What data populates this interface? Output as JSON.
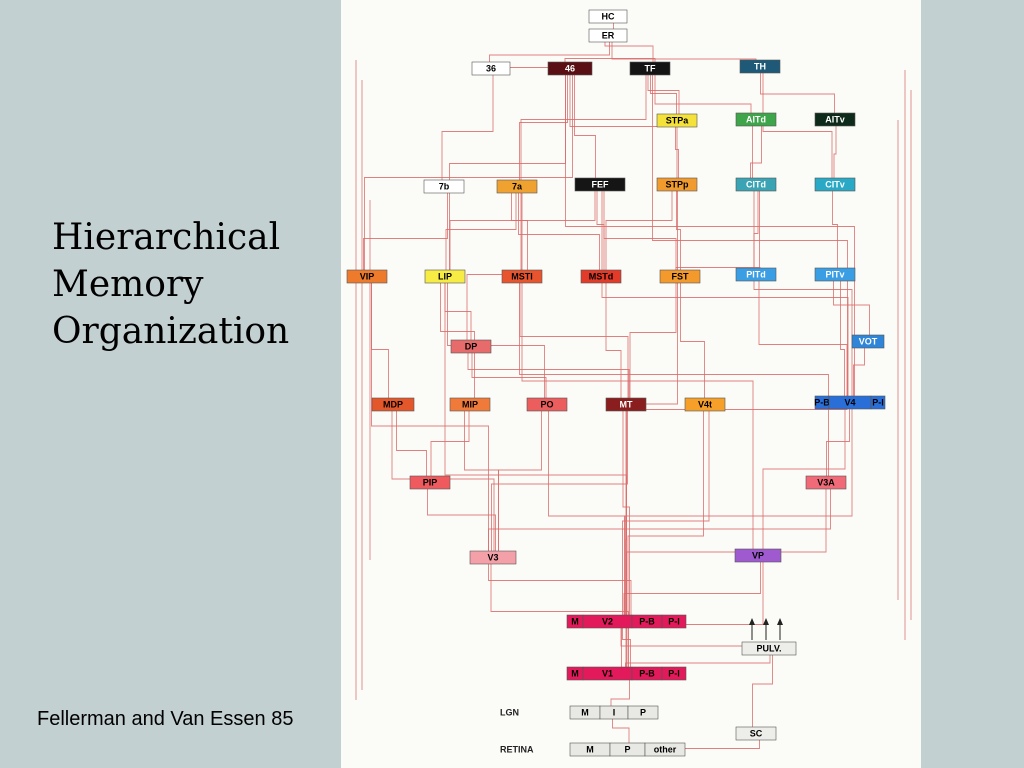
{
  "slide": {
    "title_lines": [
      "Hierarchical",
      "Memory",
      "Organization"
    ],
    "caption": "Fellerman and Van Essen 85"
  },
  "diagram": {
    "edge_color": "#d96a6a",
    "areas": [
      {
        "id": "HC",
        "label": "HC",
        "color": "#ffffff",
        "text": "#000000"
      },
      {
        "id": "ER",
        "label": "ER",
        "color": "#ffffff",
        "text": "#000000"
      },
      {
        "id": "36",
        "label": "36",
        "color": "#ffffff",
        "text": "#000000"
      },
      {
        "id": "46",
        "label": "46",
        "color": "#5a0f14",
        "text": "#ffffff"
      },
      {
        "id": "TF",
        "label": "TF",
        "color": "#141414",
        "text": "#ffffff"
      },
      {
        "id": "TH",
        "label": "TH",
        "color": "#1e5a78",
        "text": "#ffffff"
      },
      {
        "id": "STPa",
        "label": "STPa",
        "color": "#f4e23a",
        "text": "#000000"
      },
      {
        "id": "AITd",
        "label": "AITd",
        "color": "#3fa54a",
        "text": "#ffffff"
      },
      {
        "id": "AITv",
        "label": "AITv",
        "color": "#0d2a1a",
        "text": "#ffffff"
      },
      {
        "id": "7b",
        "label": "7b",
        "color": "#ffffff",
        "text": "#000000"
      },
      {
        "id": "7a",
        "label": "7a",
        "color": "#f0a230",
        "text": "#000000"
      },
      {
        "id": "FEF",
        "label": "FEF",
        "color": "#151515",
        "text": "#ffffff"
      },
      {
        "id": "STPp",
        "label": "STPp",
        "color": "#f19a2e",
        "text": "#000000"
      },
      {
        "id": "CITd",
        "label": "CITd",
        "color": "#3aa3b4",
        "text": "#ffffff"
      },
      {
        "id": "CITv",
        "label": "CITv",
        "color": "#2aa9c6",
        "text": "#ffffff"
      },
      {
        "id": "VIP",
        "label": "VIP",
        "color": "#ee7a2c",
        "text": "#000000"
      },
      {
        "id": "LIP",
        "label": "LIP",
        "color": "#f7ec44",
        "text": "#000000"
      },
      {
        "id": "MSTI",
        "label": "MSTI",
        "color": "#e8542e",
        "text": "#000000"
      },
      {
        "id": "MSTd",
        "label": "MSTd",
        "color": "#e23b2a",
        "text": "#000000"
      },
      {
        "id": "FST",
        "label": "FST",
        "color": "#f49a2c",
        "text": "#000000"
      },
      {
        "id": "PITd",
        "label": "PITd",
        "color": "#3a9ee4",
        "text": "#ffffff"
      },
      {
        "id": "PITv",
        "label": "PITv",
        "color": "#3a9ee4",
        "text": "#ffffff"
      },
      {
        "id": "DP",
        "label": "DP",
        "color": "#e76b6b",
        "text": "#000000"
      },
      {
        "id": "VOT",
        "label": "VOT",
        "color": "#2f86d8",
        "text": "#ffffff"
      },
      {
        "id": "MDP",
        "label": "MDP",
        "color": "#e4572b",
        "text": "#000000"
      },
      {
        "id": "MIP",
        "label": "MIP",
        "color": "#f07a3a",
        "text": "#000000"
      },
      {
        "id": "PO",
        "label": "PO",
        "color": "#ec5d5d",
        "text": "#000000"
      },
      {
        "id": "MT",
        "label": "MT",
        "color": "#8a1d1d",
        "text": "#ffffff"
      },
      {
        "id": "V4t",
        "label": "V4t",
        "color": "#f6a02a",
        "text": "#000000"
      },
      {
        "id": "V4",
        "label": "V4",
        "color": "#2a6fd8",
        "text": "#000000"
      },
      {
        "id": "PIP",
        "label": "PIP",
        "color": "#ef5a5e",
        "text": "#000000"
      },
      {
        "id": "V3A",
        "label": "V3A",
        "color": "#f06a78",
        "text": "#000000"
      },
      {
        "id": "V3",
        "label": "V3",
        "color": "#f4a0a8",
        "text": "#000000"
      },
      {
        "id": "VP",
        "label": "VP",
        "color": "#a05ad0",
        "text": "#000000"
      },
      {
        "id": "V2",
        "label": "V2",
        "color": "#e2195a",
        "text": "#000000"
      },
      {
        "id": "PULV",
        "label": "PULV.",
        "color": "#ededea",
        "text": "#000000"
      },
      {
        "id": "V1",
        "label": "V1",
        "color": "#e2195a",
        "text": "#000000"
      },
      {
        "id": "LGN",
        "label": "LGN",
        "color": "#e8e8e4",
        "text": "#000000"
      },
      {
        "id": "SC",
        "label": "SC",
        "color": "#ededea",
        "text": "#000000"
      },
      {
        "id": "RETINA",
        "label": "RETINA",
        "color": "#e8e8e4",
        "text": "#000000"
      }
    ],
    "sublabels": {
      "V4": [
        "P-B",
        "V4",
        "P-I"
      ],
      "V2": [
        "M",
        "V2",
        "P-B",
        "P-I"
      ],
      "V1": [
        "M",
        "V1",
        "P-B",
        "P-I"
      ],
      "LGN": [
        "M",
        "I",
        "P"
      ],
      "RETINA": [
        "M",
        "P",
        "other"
      ]
    },
    "side_labels": {
      "LGN": "LGN",
      "RETINA": "RETINA"
    },
    "connections": [
      [
        "HC",
        "ER"
      ],
      [
        "ER",
        "36"
      ],
      [
        "ER",
        "TF"
      ],
      [
        "ER",
        "TH"
      ],
      [
        "36",
        "46"
      ],
      [
        "46",
        "TF"
      ],
      [
        "36",
        "7b"
      ],
      [
        "46",
        "7a"
      ],
      [
        "46",
        "FEF"
      ],
      [
        "46",
        "STPp"
      ],
      [
        "46",
        "LIP"
      ],
      [
        "46",
        "VIP"
      ],
      [
        "TF",
        "STPa"
      ],
      [
        "TF",
        "AITd"
      ],
      [
        "TH",
        "AITv"
      ],
      [
        "TF",
        "7a"
      ],
      [
        "TH",
        "CITv"
      ],
      [
        "STPa",
        "STPp"
      ],
      [
        "AITd",
        "CITd"
      ],
      [
        "AITv",
        "CITv"
      ],
      [
        "AITd",
        "PITd"
      ],
      [
        "7b",
        "VIP"
      ],
      [
        "7a",
        "LIP"
      ],
      [
        "7a",
        "MSTI"
      ],
      [
        "7a",
        "MSTd"
      ],
      [
        "FEF",
        "MSTd"
      ],
      [
        "FEF",
        "FST"
      ],
      [
        "STPp",
        "FST"
      ],
      [
        "STPp",
        "MSTd"
      ],
      [
        "CITd",
        "PITd"
      ],
      [
        "CITv",
        "PITv"
      ],
      [
        "VIP",
        "MDP"
      ],
      [
        "LIP",
        "DP"
      ],
      [
        "LIP",
        "MIP"
      ],
      [
        "LIP",
        "PO"
      ],
      [
        "MSTI",
        "MT"
      ],
      [
        "MSTd",
        "MT"
      ],
      [
        "FST",
        "V4t"
      ],
      [
        "FST",
        "MT"
      ],
      [
        "PITd",
        "V4"
      ],
      [
        "PITv",
        "VOT"
      ],
      [
        "PITv",
        "V4"
      ],
      [
        "DP",
        "PO"
      ],
      [
        "VOT",
        "V4"
      ],
      [
        "MDP",
        "PIP"
      ],
      [
        "MIP",
        "PIP"
      ],
      [
        "PO",
        "V3"
      ],
      [
        "MT",
        "V3"
      ],
      [
        "MT",
        "V2"
      ],
      [
        "V4t",
        "V2"
      ],
      [
        "V4",
        "V3A"
      ],
      [
        "V4",
        "VP"
      ],
      [
        "V4",
        "V2"
      ],
      [
        "PIP",
        "V3"
      ],
      [
        "V3A",
        "V3"
      ],
      [
        "V3A",
        "V2"
      ],
      [
        "V3",
        "V2"
      ],
      [
        "VP",
        "V2"
      ],
      [
        "V3",
        "V1"
      ],
      [
        "VP",
        "V1"
      ],
      [
        "MT",
        "V1"
      ],
      [
        "V2",
        "V1"
      ],
      [
        "V1",
        "LGN"
      ],
      [
        "LGN",
        "RETINA"
      ],
      [
        "PULV",
        "V2"
      ],
      [
        "PULV",
        "V1"
      ],
      [
        "SC",
        "PULV"
      ],
      [
        "SC",
        "RETINA"
      ],
      [
        "MDP",
        "V3"
      ],
      [
        "MIP",
        "V3"
      ],
      [
        "PO",
        "V2"
      ],
      [
        "DP",
        "MT"
      ],
      [
        "7a",
        "DP"
      ],
      [
        "STPa",
        "TF"
      ],
      [
        "FEF",
        "LIP"
      ],
      [
        "FEF",
        "V4"
      ],
      [
        "MSTI",
        "V3A"
      ],
      [
        "VIP",
        "V3"
      ],
      [
        "LIP",
        "V1"
      ],
      [
        "46",
        "V4"
      ],
      [
        "TF",
        "V4"
      ],
      [
        "CITd",
        "V4"
      ],
      [
        "7a",
        "VP"
      ],
      [
        "STPp",
        "V2"
      ],
      [
        "FST",
        "PITd"
      ],
      [
        "MT",
        "V4"
      ],
      [
        "V4t",
        "V1"
      ]
    ]
  }
}
